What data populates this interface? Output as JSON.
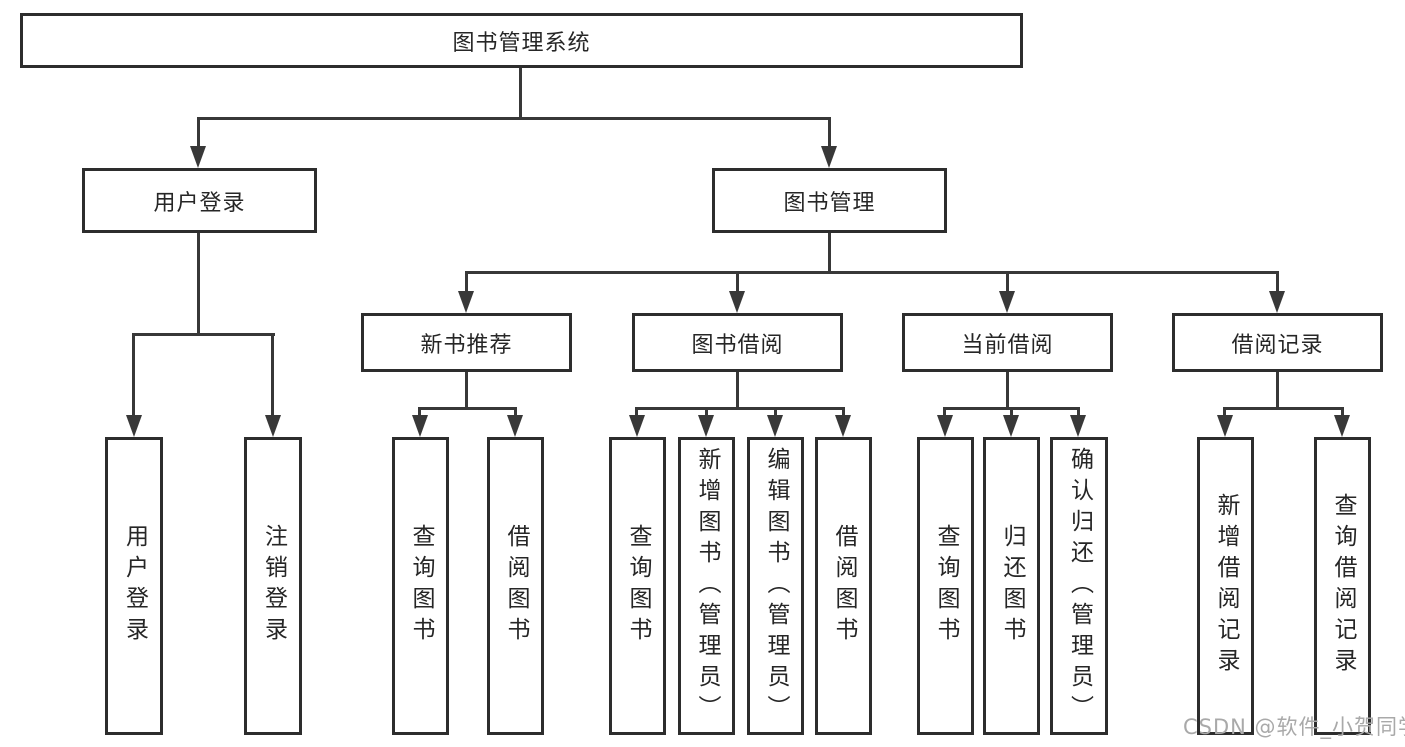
{
  "diagram_title": "图书管理系统",
  "tree": {
    "root": {
      "label": "图书管理系统"
    },
    "branches": [
      {
        "label": "用户登录",
        "children": [
          {
            "label": "用户登录"
          },
          {
            "label": "注销登录"
          }
        ]
      },
      {
        "label": "图书管理",
        "groups": [
          {
            "label": "新书推荐",
            "children": [
              {
                "label": "查询图书"
              },
              {
                "label": "借阅图书"
              }
            ]
          },
          {
            "label": "图书借阅",
            "children": [
              {
                "label": "查询图书"
              },
              {
                "label": "新增图书（管理员）"
              },
              {
                "label": "编辑图书（管理员）"
              },
              {
                "label": "借阅图书"
              }
            ]
          },
          {
            "label": "当前借阅",
            "children": [
              {
                "label": "查询图书"
              },
              {
                "label": "归还图书"
              },
              {
                "label": "确认归还（管理员）"
              }
            ]
          },
          {
            "label": "借阅记录",
            "children": [
              {
                "label": "新增借阅记录"
              },
              {
                "label": "查询借阅记录"
              }
            ]
          }
        ]
      }
    ]
  },
  "watermark": {
    "text": "CSDN @软件_小贺同学"
  },
  "colors": {
    "background": "#ffffff",
    "box_border": "#2d2d2d",
    "connector": "#383838",
    "text": "#262626",
    "watermark": "#a9a9a9"
  }
}
